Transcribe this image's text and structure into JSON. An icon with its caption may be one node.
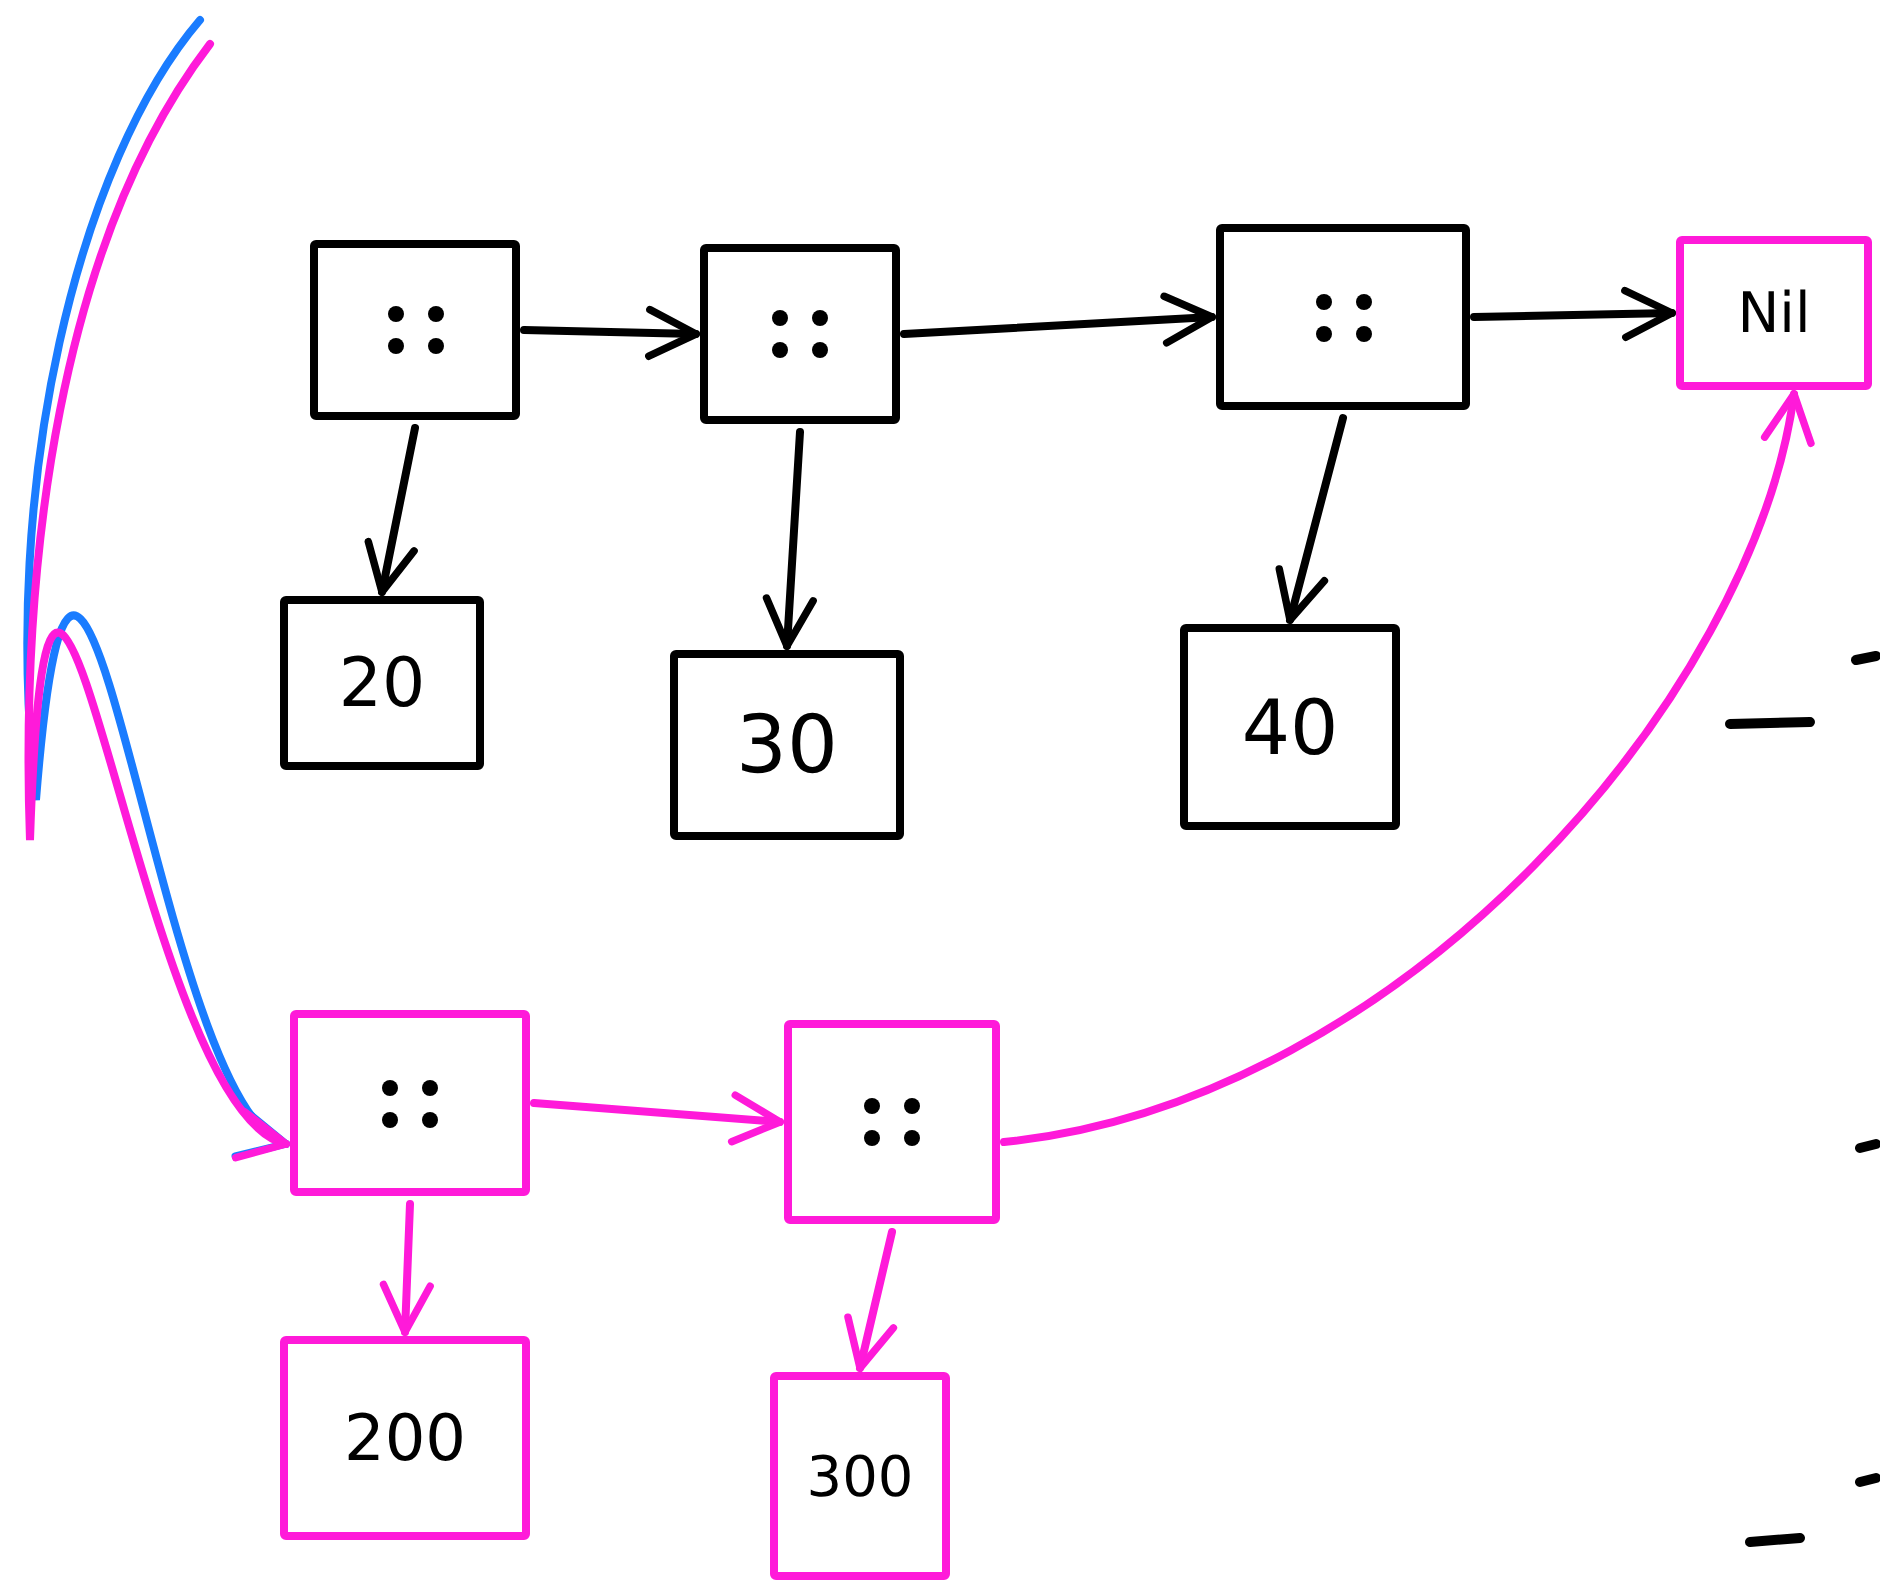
{
  "diagram": {
    "nodes": [
      {
        "text": [],
        "shape": "box"
      },
      {
        "text": [],
        "shape": "box"
      },
      {
        "text": [],
        "shape": "box"
      },
      {
        "text": [
          "Nil"
        ]
      },
      {
        "text": [
          "20"
        ]
      },
      {
        "text": [
          "30"
        ]
      },
      {
        "text": [
          "40"
        ]
      },
      {
        "text": [],
        "shape": "box"
      },
      {
        "text": [],
        "shape": "box"
      },
      {
        "text": [
          "200"
        ]
      },
      {
        "text": [
          "300"
        ]
      }
    ],
    "edges": [
      {
        "from": 0,
        "to": 1,
        "arrow": "to"
      },
      {
        "from": 1,
        "to": 2,
        "arrow": "to"
      },
      {
        "from": 2,
        "to": 3,
        "arrow": "to"
      },
      {
        "from": 0,
        "to": 4,
        "arrow": "to"
      },
      {
        "from": 1,
        "to": 5,
        "arrow": "to"
      },
      {
        "from": 2,
        "to": 6,
        "arrow": "to"
      },
      {
        "from": null,
        "to": 7,
        "arrow": "to",
        "color": "#1a7cff"
      },
      {
        "from": null,
        "to": 7,
        "arrow": "to",
        "color": "#ff1ad9"
      },
      {
        "from": 7,
        "to": 8,
        "arrow": "to",
        "color": "#ff1ad9"
      },
      {
        "from": 7,
        "to": 9,
        "arrow": "to",
        "color": "#ff1ad9"
      },
      {
        "from": 8,
        "to": 10,
        "arrow": "to",
        "color": "#ff1ad9"
      },
      {
        "from": 8,
        "to": 3,
        "arrow": "to",
        "color": "#ff1ad9"
      }
    ]
  }
}
